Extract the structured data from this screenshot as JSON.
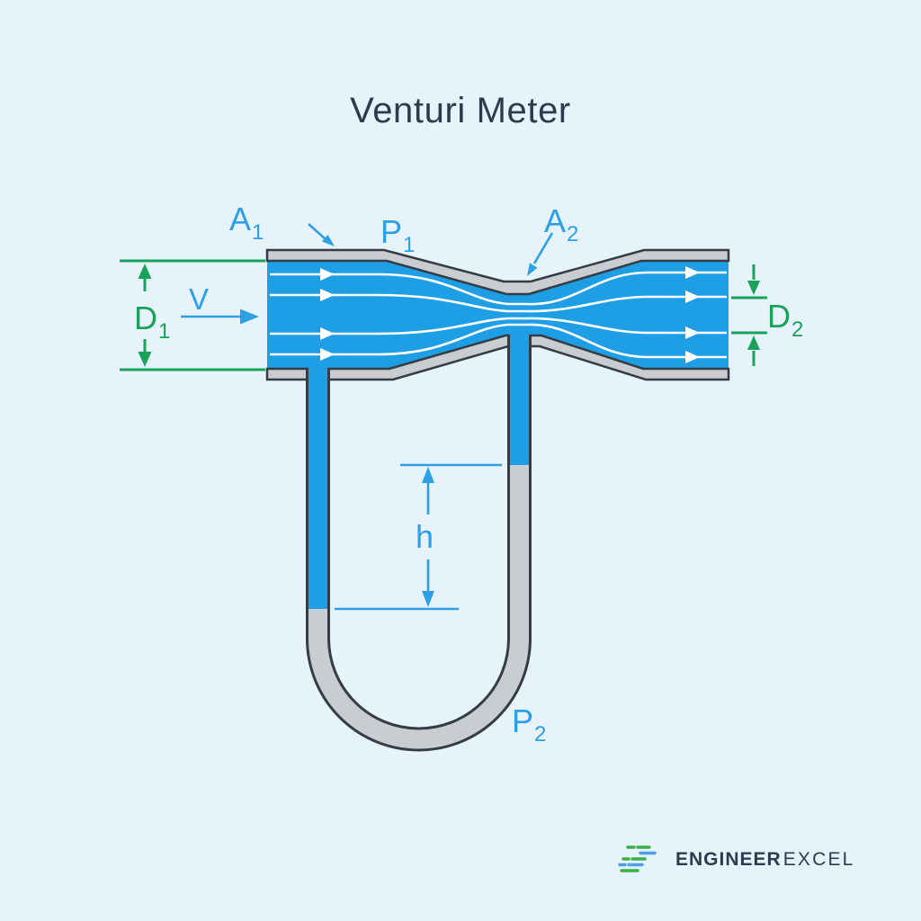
{
  "title": "Venturi Meter",
  "labels": {
    "a1": {
      "base": "A",
      "sub": "1"
    },
    "p1": {
      "base": "P",
      "sub": "1"
    },
    "a2": {
      "base": "A",
      "sub": "2"
    },
    "d1": {
      "base": "D",
      "sub": "1"
    },
    "d2": {
      "base": "D",
      "sub": "2"
    },
    "v": {
      "base": "V"
    },
    "h": {
      "base": "h"
    },
    "p2": {
      "base": "P",
      "sub": "2"
    }
  },
  "logo": {
    "brand_bold": "ENGINEER",
    "brand_light": "EXCEL"
  },
  "colors": {
    "background": "#E6F3FB",
    "fluid_blue": "#1E9EE4",
    "label_blue": "#2C9FE6",
    "dimension_green": "#1AA25B",
    "wall_gray": "#C9CDD2",
    "wall_outline": "#343C45",
    "streamline_white": "#FFFFFF",
    "title_navy": "#2D3B4F",
    "logo_green": "#3CAE4A",
    "logo_blue": "#4C9FE8",
    "logo_text": "#2E3B4E"
  }
}
